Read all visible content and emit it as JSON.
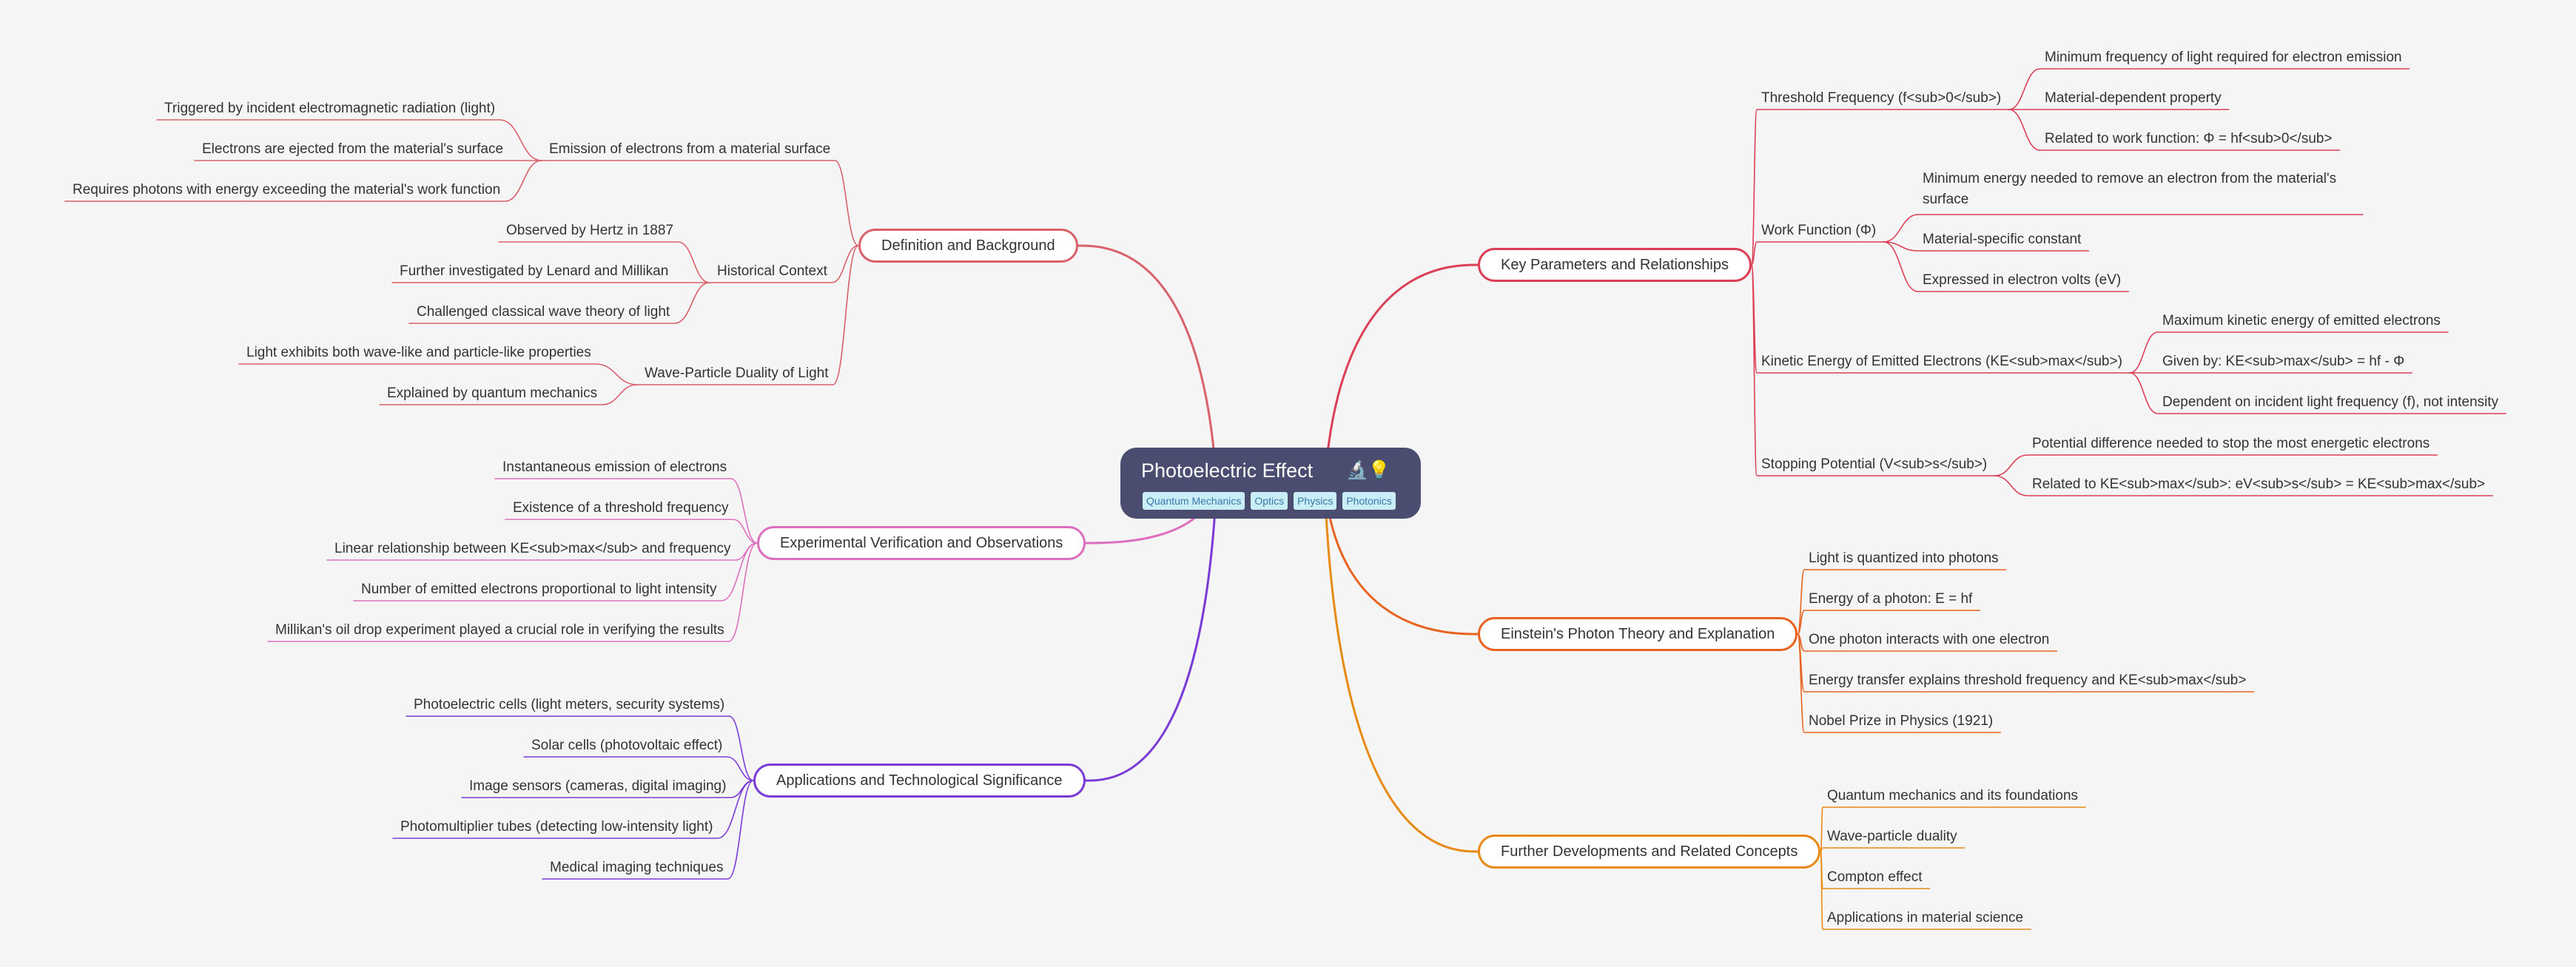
{
  "root": {
    "title": "Photoelectric Effect",
    "emoji": "🔬💡",
    "tags": [
      "Quantum Mechanics",
      "Optics",
      "Physics",
      "Photonics"
    ]
  },
  "branch_colors": {
    "definition": "#d8616a",
    "experimental": "#dd6fbf",
    "applications": "#7b3bd6",
    "key": "#dc3f55",
    "einstein": "#e8631f",
    "further": "#e88a16"
  },
  "branches": {
    "definition": {
      "label": "Definition and Background",
      "emission": {
        "label": "Emission of electrons from a material surface",
        "items": [
          "Triggered by incident electromagnetic radiation (light)",
          "Electrons are ejected from the material's surface",
          "Requires photons with energy exceeding the material's work function"
        ]
      },
      "history": {
        "label": "Historical Context",
        "items": [
          "Observed by Hertz in 1887",
          "Further investigated by Lenard and Millikan",
          "Challenged classical wave theory of light"
        ]
      },
      "duality": {
        "label": "Wave-Particle Duality of Light",
        "items": [
          "Light exhibits both wave-like and particle-like properties",
          "Explained by quantum mechanics"
        ]
      }
    },
    "experimental": {
      "label": "Experimental Verification and Observations",
      "items": [
        "Instantaneous emission of electrons",
        "Existence of a threshold frequency",
        "Linear relationship between KE<sub>max</sub> and frequency",
        "Number of emitted electrons proportional to light intensity",
        "Millikan's oil drop experiment played a crucial role in verifying the results"
      ]
    },
    "applications": {
      "label": "Applications and Technological Significance",
      "items": [
        "Photoelectric cells (light meters, security systems)",
        "Solar cells (photovoltaic effect)",
        "Image sensors (cameras, digital imaging)",
        "Photomultiplier tubes (detecting low-intensity light)",
        "Medical imaging techniques"
      ]
    },
    "key": {
      "label": "Key Parameters and Relationships",
      "threshold": {
        "label": "Threshold Frequency (f<sub>0</sub>)",
        "items": [
          "Minimum frequency of light required for electron emission",
          "Material-dependent property",
          "Related to work function:  Φ = hf<sub>0</sub>"
        ]
      },
      "work": {
        "label": "Work Function (Φ)",
        "items": [
          "Minimum energy needed to remove an electron from the material's surface",
          "Material-specific constant",
          "Expressed in electron volts (eV)"
        ]
      },
      "kinetic": {
        "label": "Kinetic Energy of Emitted Electrons (KE<sub>max</sub>)",
        "items": [
          "Maximum kinetic energy of emitted electrons",
          "Given by: KE<sub>max</sub> = hf - Φ",
          "Dependent on incident light frequency (f), not intensity"
        ]
      },
      "stopping": {
        "label": "Stopping Potential (V<sub>s</sub>)",
        "items": [
          "Potential difference needed to stop the most energetic electrons",
          "Related to KE<sub>max</sub>: eV<sub>s</sub> = KE<sub>max</sub>"
        ]
      }
    },
    "einstein": {
      "label": "Einstein's Photon Theory and Explanation",
      "items": [
        "Light is quantized into photons",
        "Energy of a photon: E = hf",
        "One photon interacts with one electron",
        "Energy transfer explains threshold frequency and KE<sub>max</sub>",
        "Nobel Prize in Physics (1921)"
      ]
    },
    "further": {
      "label": "Further Developments and Related Concepts",
      "items": [
        "Quantum mechanics and its foundations",
        "Wave-particle duality",
        "Compton effect",
        "Applications in material science"
      ]
    }
  }
}
